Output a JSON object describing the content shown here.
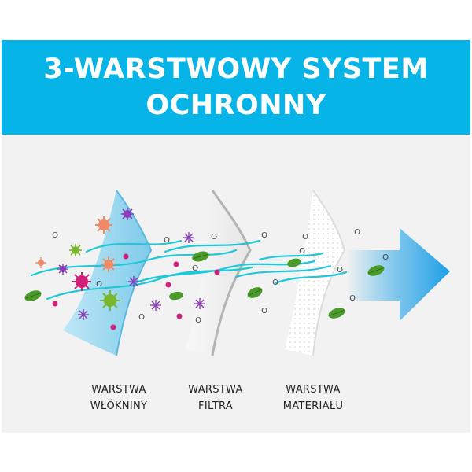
{
  "banner": {
    "title_line_1": "3-WARSTWOWY SYSTEM",
    "title_line_2": "OCHRONNY"
  },
  "layers": [
    {
      "line_1": "WARSTWA",
      "line_2": "WŁÓKNINY",
      "color": "#8fd3ee"
    },
    {
      "line_1": "WARSTWA",
      "line_2": "FILTRA",
      "color": "#eeeeee"
    },
    {
      "line_1": "WARSTWA",
      "line_2": "MATERIAŁU",
      "color": "#ffffff"
    }
  ],
  "oxygen_symbol": "O",
  "colors": {
    "banner": "#06b4e8",
    "panel": "#f2f2f2",
    "airflow": "#1ec8d8",
    "arrow": "#2aa6e8",
    "leaf": "#4a9a2c",
    "virus_purple": "#8a3db8",
    "virus_magenta": "#d0207a",
    "virus_orange": "#f08a66",
    "virus_green": "#7ab72e"
  }
}
